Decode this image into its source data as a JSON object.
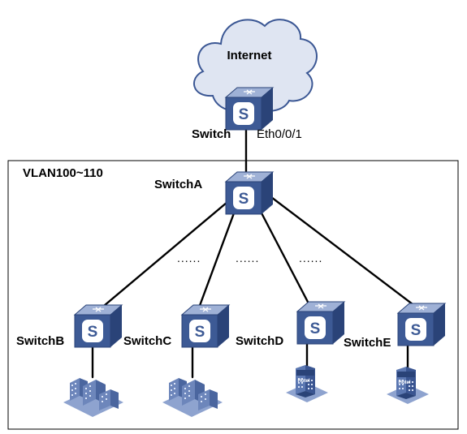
{
  "internet": {
    "label": "Internet"
  },
  "vlan": {
    "label": "VLAN100~110"
  },
  "upstream": {
    "label": "Switch",
    "port": "Eth0/0/1"
  },
  "switch_a": {
    "label": "SwitchA",
    "icon_letter": "S"
  },
  "switch_b": {
    "label": "SwitchB",
    "icon_letter": "S"
  },
  "switch_c": {
    "label": "SwitchC",
    "icon_letter": "S"
  },
  "switch_d": {
    "label": "SwitchD",
    "icon_letter": "S"
  },
  "switch_e": {
    "label": "SwitchE",
    "icon_letter": "S"
  },
  "ellipsis": [
    "......",
    "......",
    "......"
  ],
  "hotel_d": {
    "label": "Hotel"
  },
  "hotel_e": {
    "label": "Hotel"
  },
  "icons": {
    "switch": "switch-icon",
    "cloud": "internet-cloud-icon",
    "building": "office-buildings-icon",
    "hotel": "hotel-icon"
  },
  "colors": {
    "switch_front": "#3d5a95",
    "switch_top": "#9fb1d6",
    "switch_side": "#2a4378",
    "cloud_fill": "#dfe5f2",
    "cloud_stroke": "#3b5794",
    "link": "#000000",
    "building": "#5c78b2"
  }
}
